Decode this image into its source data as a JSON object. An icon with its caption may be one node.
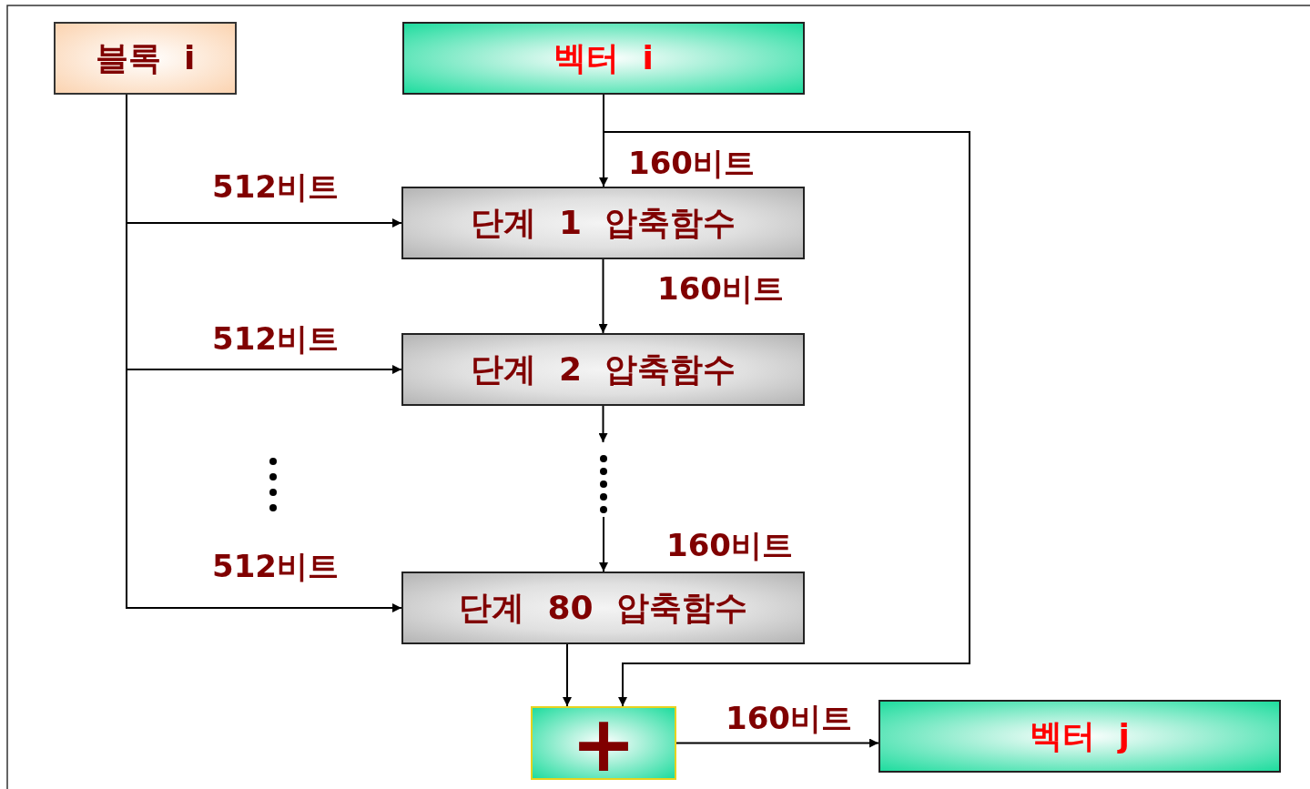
{
  "diagram": {
    "nodes": [
      {
        "text": [
          "블록 i"
        ]
      },
      {
        "text": [
          "벡터 i"
        ]
      },
      {
        "text": [
          "단계 1 압축함수"
        ]
      },
      {
        "text": [
          "단계 2 압축함수"
        ]
      },
      {
        "text": [],
        "shape": "dots"
      },
      {
        "text": [
          "단계 80 압축함수"
        ]
      },
      {
        "text": [
          "+"
        ]
      },
      {
        "text": [
          "벡터 j"
        ]
      }
    ],
    "edges": [
      {
        "from": 0,
        "to": 2,
        "arrow": "to",
        "label": "512비트"
      },
      {
        "from": 0,
        "to": 3,
        "arrow": "to",
        "label": "512비트"
      },
      {
        "from": 0,
        "to": 5,
        "arrow": "to",
        "label": "512비트"
      },
      {
        "from": 1,
        "to": 2,
        "arrow": "to",
        "label": "160비트"
      },
      {
        "from": 1,
        "to": 6,
        "arrow": "to"
      },
      {
        "from": 2,
        "to": 3,
        "arrow": "to",
        "label": "160비트"
      },
      {
        "from": 3,
        "to": 4,
        "arrow": "to"
      },
      {
        "from": 4,
        "to": 5,
        "arrow": "to",
        "label": "160비트"
      },
      {
        "from": 5,
        "to": 6,
        "arrow": "to"
      },
      {
        "from": 6,
        "to": 7,
        "arrow": "to",
        "label": "160비트"
      }
    ]
  }
}
